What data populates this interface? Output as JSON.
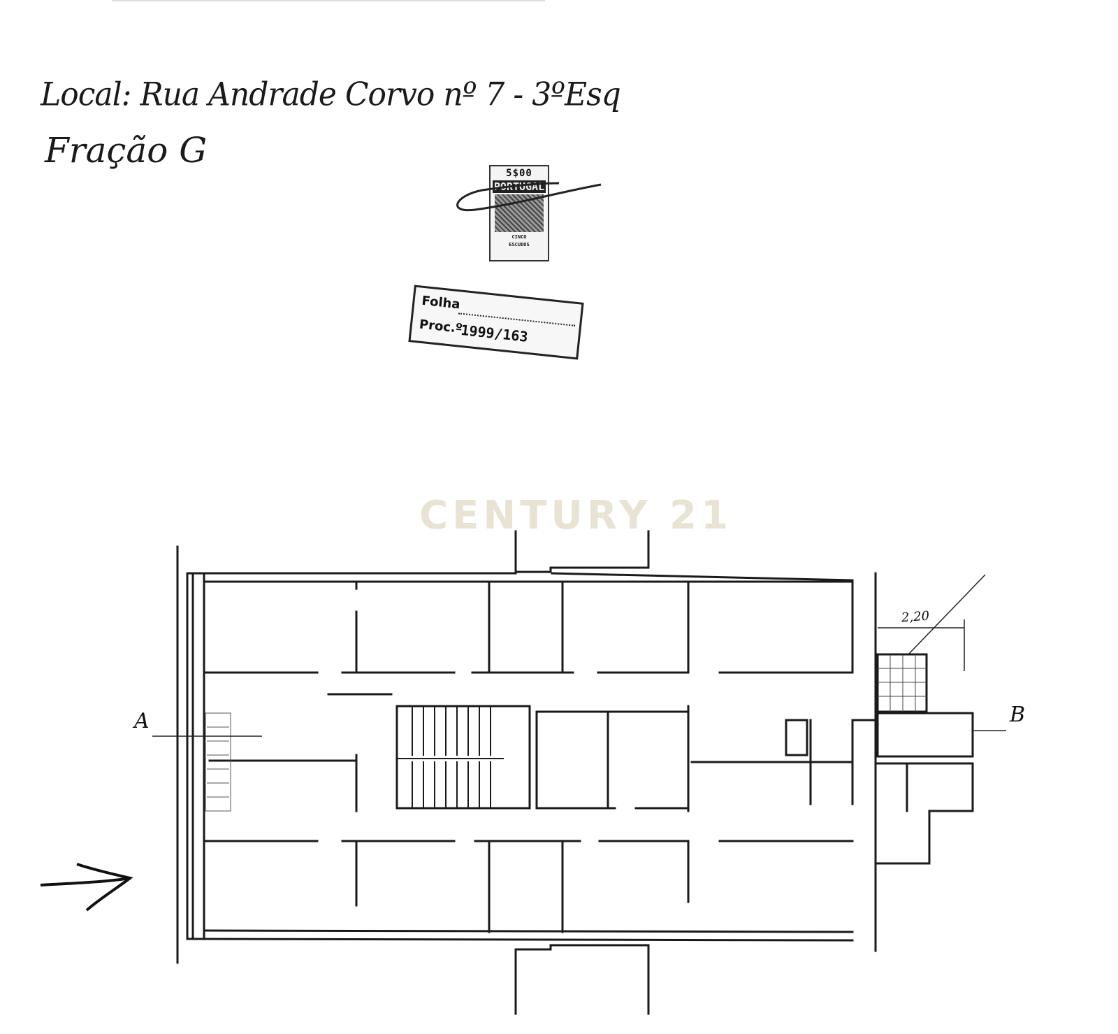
{
  "header": {
    "local": "Local: Rua Andrade Corvo nº 7 - 3ºEsq",
    "fracao": "Fração G"
  },
  "stamp": {
    "value": "5$00",
    "country": "PORTUGAL",
    "footer_line1": "CINCO",
    "footer_line2": "ESCUDOS"
  },
  "proc_stamp": {
    "folha_label": "Folha",
    "proc_label": "Proc.º",
    "proc_number": "1999/163"
  },
  "watermark": "CENTURY 21",
  "plan": {
    "section_a": "A",
    "section_b": "B",
    "dimension": "2,20"
  }
}
